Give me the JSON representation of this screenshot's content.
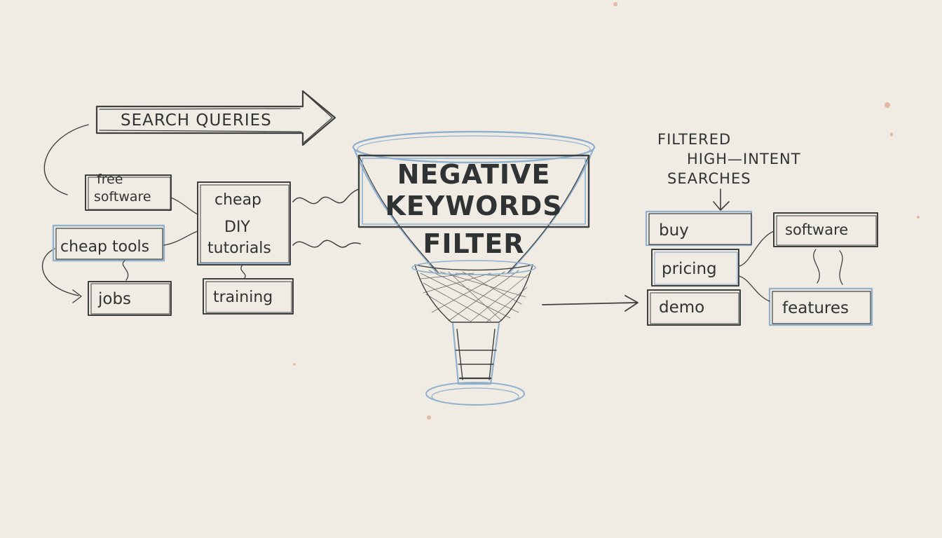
{
  "header_arrow": {
    "label": "SEARCH QUERIES"
  },
  "filter": {
    "line1": "NEGATIVE",
    "line2": "KEYWORDS",
    "line3": "FILTER"
  },
  "output_caption": {
    "line1": "FILTERED",
    "line2": "HIGH—INTENT",
    "line3": "SEARCHES"
  },
  "negative_terms": {
    "free_software_1": "free",
    "free_software_2": "software",
    "cheap_tools": "cheap tools",
    "jobs": "jobs",
    "cheap_1": "cheap",
    "cheap_2": "DIY",
    "cheap_3": "tutorials",
    "training": "training"
  },
  "intent_terms": {
    "buy": "buy",
    "pricing": "pricing",
    "demo": "demo",
    "software": "software",
    "features": "features"
  },
  "colors": {
    "paper": "#f1ece3",
    "pencil": "#3d4040",
    "blue_pencil": "#8fb0cf"
  }
}
